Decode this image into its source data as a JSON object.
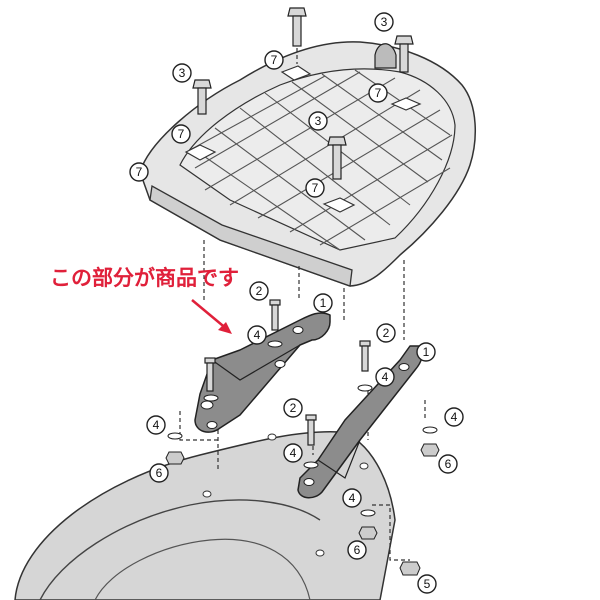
{
  "caption": "この部分が商品です",
  "accent_color": "#e0203a",
  "callouts": {
    "bolt_top": "3",
    "bolt_right": "3",
    "bolt_left": "3",
    "bolt_center": "3",
    "pad_tl": "7",
    "pad_tr": "7",
    "pad_left": "7",
    "pad_far_left": "7",
    "pad_center": "7",
    "bracket_left_plate": "1",
    "bracket_right_plate": "1",
    "screw_left": "2",
    "screw_right": "2",
    "screw_mid": "2",
    "washer_lb_top": "4",
    "washer_rb_top": "4",
    "washer_l": "4",
    "washer_r": "4",
    "washer_mid": "4",
    "washer_bottom": "4",
    "nut_l": "6",
    "nut_r": "6",
    "nut_bottom": "6",
    "nut_special": "5"
  }
}
